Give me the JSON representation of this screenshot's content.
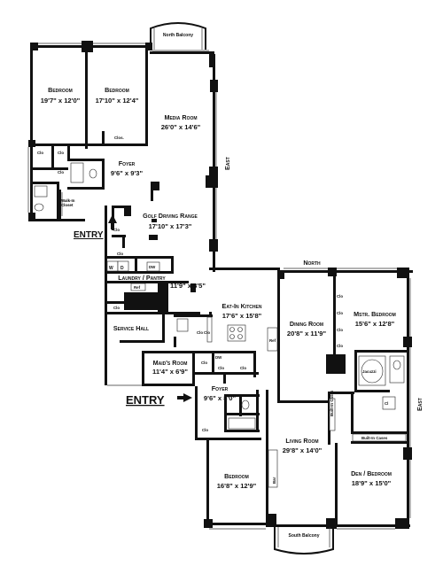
{
  "rooms": {
    "north_balcony": {
      "name": "North Balcony"
    },
    "bedroom_1": {
      "name": "Bedroom",
      "dims": "19'7\" x 12'0\""
    },
    "bedroom_2": {
      "name": "Bedroom",
      "dims": "17'10\" x 12'4\""
    },
    "media_room": {
      "name": "Media Room",
      "dims": "26'0\" x 14'6\""
    },
    "foyer_1": {
      "name": "Foyer",
      "dims": "9'6\" x 9'3\""
    },
    "golf_range": {
      "name": "Golf Driving Range",
      "dims": "17'10\" x 17'3\""
    },
    "laundry": {
      "name": "Laundry / Pantry",
      "dims": "11'9\" x 8'5\""
    },
    "eat_in_kitchen": {
      "name": "Eat-In Kitchen",
      "dims": "17'6\" x 15'8\""
    },
    "dining_room": {
      "name": "Dining Room",
      "dims": "20'8\" x 11'9\""
    },
    "master_bedroom": {
      "name": "Mstr. Bedroom",
      "dims": "15'6\" x 12'8\""
    },
    "service_hall": {
      "name": "Service Hall"
    },
    "maids_room": {
      "name": "Maid's Room",
      "dims": "11'4\" x 6'9\""
    },
    "foyer_2": {
      "name": "Foyer",
      "dims": "9'6\" x 8'0\""
    },
    "living_room": {
      "name": "Living Room",
      "dims": "29'8\" x 14'0\""
    },
    "den_bedroom": {
      "name": "Den / Bedroom",
      "dims": "18'9\" x 15'0\""
    },
    "bedroom_3": {
      "name": "Bedroom",
      "dims": "16'8\" x 12'9\""
    },
    "south_balcony": {
      "name": "South Balcony"
    }
  },
  "small_labels": {
    "clo": "Clo",
    "clos": "Clos.",
    "walk_in_closet": "Walk-In Closet",
    "w": "W",
    "d": "D",
    "dw": "DW",
    "ref": "Ref",
    "jacuzzi": "Jacuzzi",
    "cl": "Cl",
    "built_in_cases": "Built-In Cases",
    "bar": "Bar"
  },
  "compass": {
    "north": "North",
    "east": "East"
  },
  "entry_labels": {
    "upper": "Entry",
    "lower": "Entry"
  }
}
